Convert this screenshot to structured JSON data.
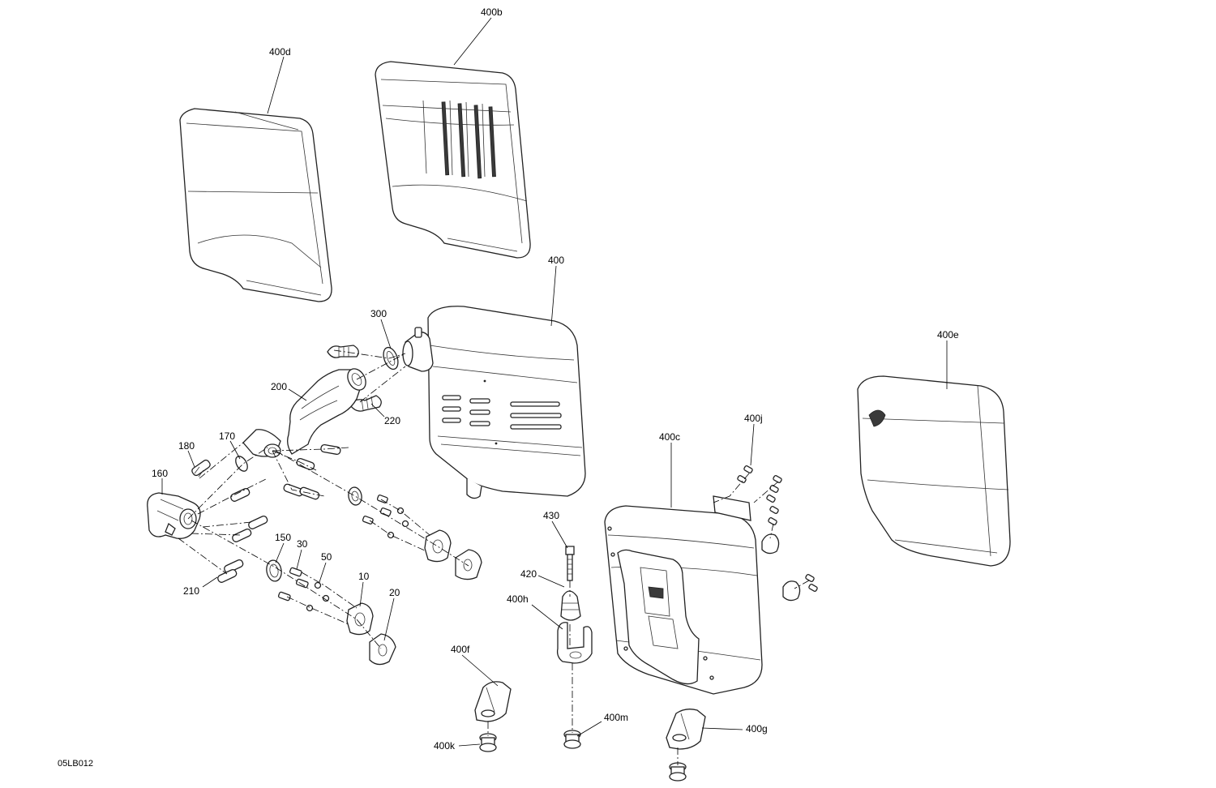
{
  "figure_code": "05LB012",
  "callouts": {
    "c400d": "400d",
    "c400b": "400b",
    "c400": "400",
    "c300": "300",
    "c200": "200",
    "c220": "220",
    "c400e": "400e",
    "c400j": "400j",
    "c400c": "400c",
    "c180": "180",
    "c170": "170",
    "c160": "160",
    "c430": "430",
    "c420": "420",
    "c400h": "400h",
    "c150": "150",
    "c30": "30",
    "c50": "50",
    "c10": "10",
    "c20": "20",
    "c210": "210",
    "c400f": "400f",
    "c400m": "400m",
    "c400g": "400g",
    "c400k": "400k"
  }
}
